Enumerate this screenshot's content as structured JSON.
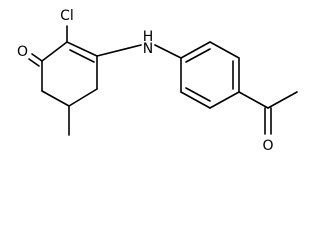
{
  "molecule": {
    "atoms": {
      "oxygen_ketone_ring": "O",
      "chlorine": "Cl",
      "amine": "N",
      "amine_hydrogen": "H",
      "oxygen_acetyl": "O"
    }
  },
  "colors": {
    "bond": "#000000",
    "text": "#000000",
    "background": "#ffffff"
  }
}
